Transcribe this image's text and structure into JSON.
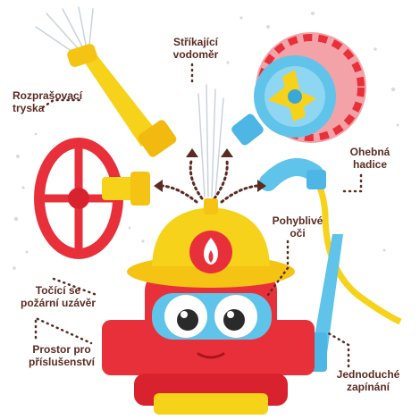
{
  "labels": {
    "spraying_meter": [
      "Stříkající",
      "vodoměr"
    ],
    "spray_nozzle": [
      "Rozprašovací",
      "tryska"
    ],
    "flexible_hose": [
      "Ohebná",
      "hadice"
    ],
    "movable_eyes": [
      "Pohyblivé",
      "oči"
    ],
    "spinning_valve": [
      "Točící se",
      "požární uzávěr"
    ],
    "accessory_storage": [
      "Prostor pro",
      "příslušenství"
    ],
    "easy_switch": [
      "Jednoduché",
      "zapínání"
    ]
  },
  "colors": {
    "label_text": "#5b2b22",
    "dotted_line": "#5b2b22",
    "hydrant_red": "#e8303a",
    "helmet_yellow": "#f7d21a",
    "accent_blue": "#5fc3ea",
    "water_spray": "#c9d3dc"
  },
  "icons": [
    "fire-flame-emblem"
  ]
}
